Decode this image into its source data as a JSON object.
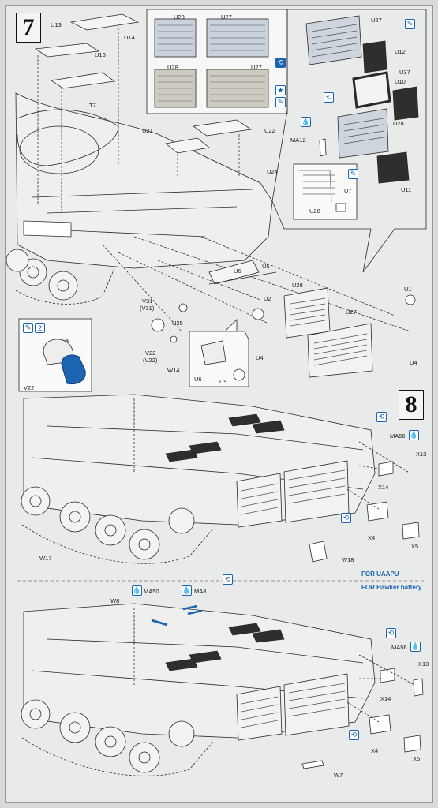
{
  "steps": {
    "seven": "7",
    "eight": "8"
  },
  "parts_step7": {
    "u13": "U13",
    "u14": "U14",
    "u16": "U16",
    "t7": "T7",
    "u21": "U21",
    "u22": "U22",
    "u24": "U24",
    "u5": "U5",
    "u6": "U6",
    "u1": "U1",
    "u2": "U2",
    "u28": "U28",
    "u27": "U27",
    "u4_left": "U4",
    "u4_right": "U4",
    "v31": "V31",
    "v31p": "(V31)",
    "u25": "U25",
    "v22": "V22",
    "v22p": "(V22)",
    "s4": "S4",
    "v22_detail": "V22",
    "u6_detail": "U6",
    "u9": "U9"
  },
  "parts_inset": {
    "u28_a": "U28",
    "u27_a": "U27",
    "u28_b": "U28",
    "u27_b": "U27",
    "u27_top": "U27",
    "u12": "U12",
    "u37": "U37",
    "u10": "U10",
    "u28_mid": "U28",
    "ma12": "MA12",
    "u11": "U11",
    "u7": "U7",
    "u28_small": "U28"
  },
  "parts_step8": {
    "w14": "W14",
    "ma56": "MA56",
    "x13": "X13",
    "x14": "X14",
    "x4": "X4",
    "x5": "X5",
    "w17": "W17",
    "w18": "W18"
  },
  "variants": {
    "uaapu": "FOR UAAPU",
    "hawker": "FOR Hawker battery"
  },
  "parts_hawker": {
    "w8": "W8",
    "ma50": "MA50",
    "ma8": "MA8",
    "ma56": "MA56",
    "x13": "X13",
    "x14": "X14",
    "x4": "X4",
    "x5": "X5",
    "w7": "W7"
  },
  "icons": [
    "paint-icon",
    "cement-icon",
    "decal-icon",
    "option-icon"
  ],
  "colors": {
    "accent": "#1c63b0",
    "line": "#2a2a2a",
    "paper": "#e9eaea"
  }
}
